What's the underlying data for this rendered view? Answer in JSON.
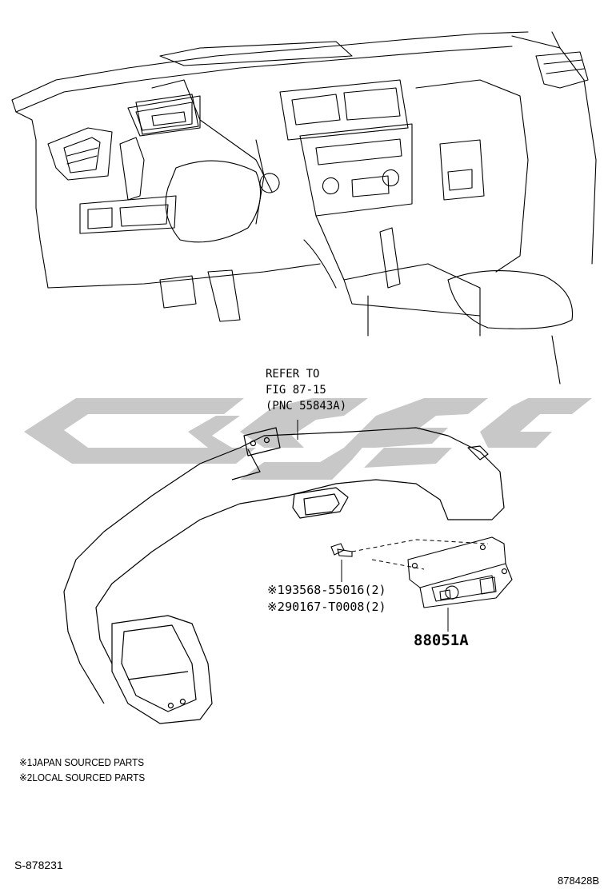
{
  "diagram": {
    "refer_note": {
      "line1": "REFER TO",
      "line2": "FIG 87-15",
      "line3": "(PNC 55843A)"
    },
    "part_numbers": [
      {
        "mark": "※1",
        "number": "93568-55016(2)"
      },
      {
        "mark": "※2",
        "number": "90167-T0008(2)"
      }
    ],
    "main_part": "88051A",
    "legend": [
      {
        "mark": "※1",
        "text": "JAPAN SOURCED PARTS"
      },
      {
        "mark": "※2",
        "text": "LOCAL SOURCED PARTS"
      }
    ],
    "code_left": "S-878231",
    "code_right": "878428B",
    "watermark_color": "#c8c8c8",
    "line_color": "#000000"
  }
}
